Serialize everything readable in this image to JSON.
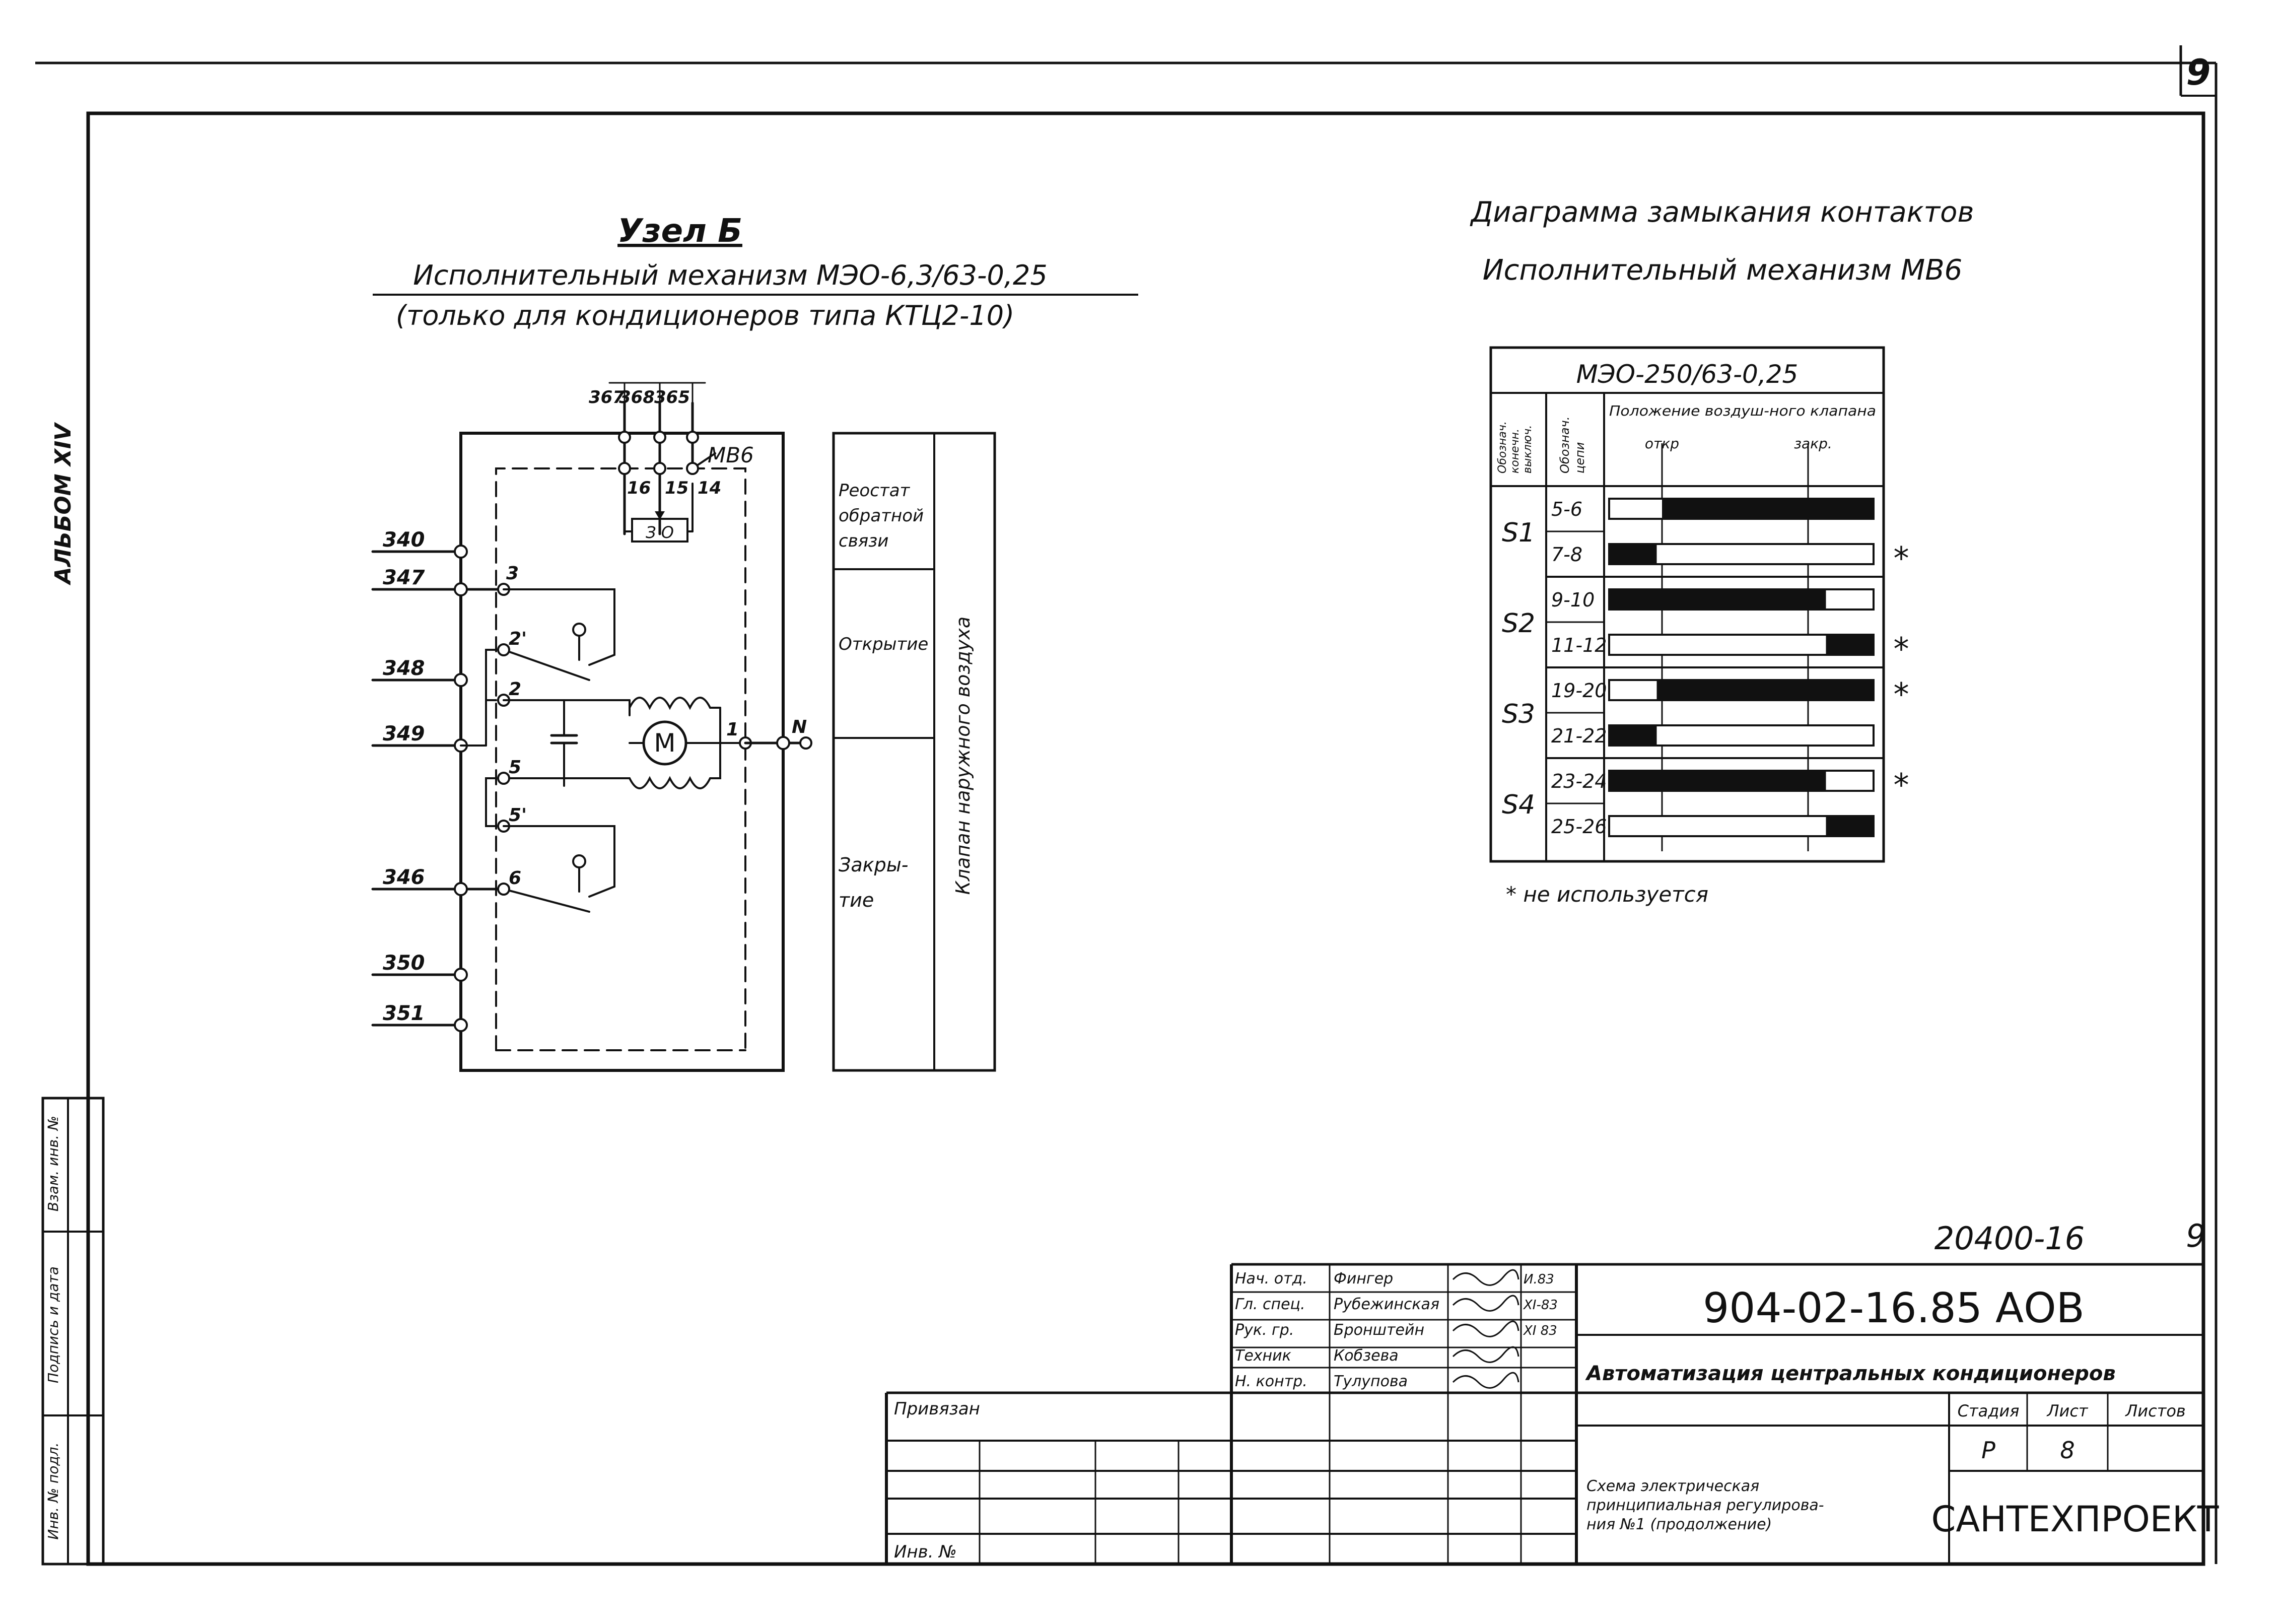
{
  "sheet_number": "9",
  "album_label": "АЛЬБОМ XIV",
  "node": {
    "title": "Узел Б",
    "subtitle": "Исполнительный механизм МЭО-6,3/63-0,25",
    "note": "(только для кондиционеров типа КТЦ2-10)",
    "top_terminals": [
      "367",
      "368",
      "365"
    ],
    "device_label": "МВ6",
    "inner_terminals": [
      "16",
      "15",
      "14"
    ],
    "rheostat_label": "З О",
    "left_terminals": [
      "340",
      "347",
      "348",
      "349",
      "346",
      "350",
      "351"
    ],
    "contacts": [
      "3",
      "2'",
      "2",
      "5",
      "5'",
      "6"
    ],
    "motor_label": "М",
    "motor_terminal": "1",
    "neutral_label": "N",
    "legend_rows": [
      [
        "Реостат",
        "обратной",
        "связи"
      ],
      [
        "Открытие"
      ],
      [
        "Закры-",
        "тие"
      ]
    ],
    "legend_side_label": "Клапан наружного воздуха"
  },
  "diagram": {
    "title": "Диаграмма замыкания контактов",
    "subtitle": "Исполнительный механизм МВ6",
    "model": "МЭО-250/63-0,25",
    "col_headers": {
      "switch": [
        "Обознач.",
        "конечн.",
        "выключ."
      ],
      "circuit": [
        "Обознач.",
        "цепи"
      ],
      "position": "Положение воздуш-ного клапана",
      "open": "откр",
      "closed": "закр."
    },
    "switches": [
      "S1",
      "S2",
      "S3",
      "S4"
    ],
    "rows": [
      {
        "circuit": "5-6",
        "fill": [
          0.2,
          1.0
        ],
        "unused": false
      },
      {
        "circuit": "7-8",
        "fill": [
          0.0,
          0.18
        ],
        "unused": true
      },
      {
        "circuit": "9-10",
        "fill": [
          0.0,
          0.82
        ],
        "unused": false
      },
      {
        "circuit": "11-12",
        "fill": [
          0.82,
          1.0
        ],
        "unused": true
      },
      {
        "circuit": "19-20",
        "fill": [
          0.18,
          1.0
        ],
        "unused": true
      },
      {
        "circuit": "21-22",
        "fill": [
          0.0,
          0.18
        ],
        "unused": false
      },
      {
        "circuit": "23-24",
        "fill": [
          0.0,
          0.82
        ],
        "unused": true
      },
      {
        "circuit": "25-26",
        "fill": [
          0.82,
          1.0
        ],
        "unused": false
      }
    ],
    "unused_mark": "*",
    "footnote": "* не используется"
  },
  "title_block": {
    "doc_small": "20400-16",
    "doc_small_sheet": "9",
    "doc_code": "904-02-16.85 АОВ",
    "project": "Автоматизация центральных кондиционеров",
    "drawing_title": [
      "Схема электрическая",
      "принципиальная регулирова-",
      "ния №1 (продолжение)"
    ],
    "stage_header": "Стадия",
    "sheet_header": "Лист",
    "sheets_header": "Листов",
    "stage_value": "Р",
    "sheet_value": "8",
    "sheets_value": "",
    "organization": "САНТЕХПРОЕКТ",
    "attached_label": "Привязан",
    "inv_label": "Инв. №",
    "signatures": [
      {
        "role": "Нач. отд.",
        "name": "Фингер",
        "date": "И.83"
      },
      {
        "role": "Гл. спец.",
        "name": "Рубежинская",
        "date": "XI-83"
      },
      {
        "role": "Рук. гр.",
        "name": "Бронштейн",
        "date": "XI 83"
      },
      {
        "role": "Техник",
        "name": "Кобзева",
        "date": ""
      },
      {
        "role": "Н. контр.",
        "name": "Тулупова",
        "date": ""
      }
    ],
    "margin_labels": [
      "Инв. № подл.",
      "Подпись и дата",
      "Взам. инв. №"
    ]
  }
}
